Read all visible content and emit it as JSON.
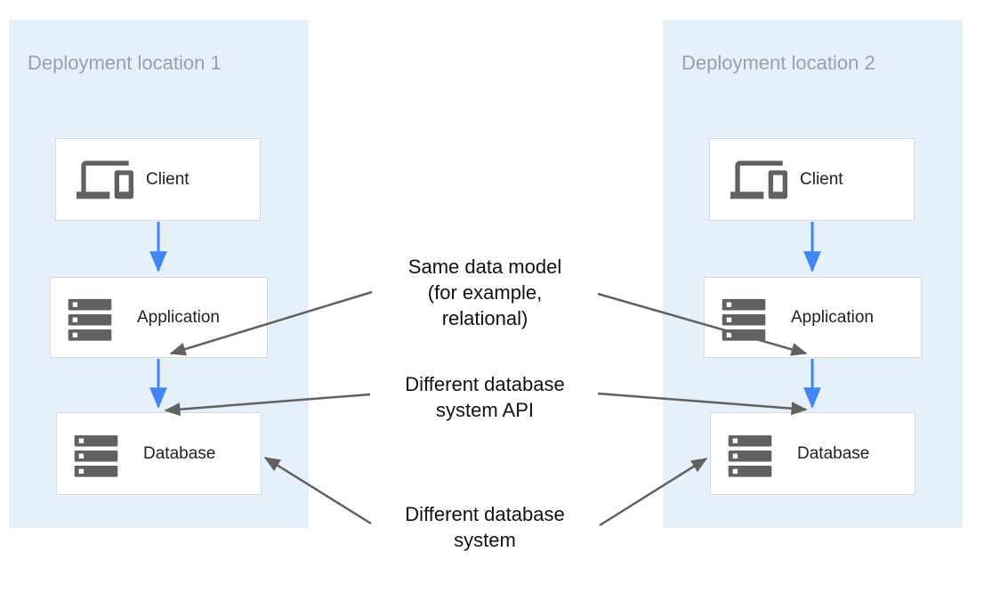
{
  "panels": [
    {
      "title": "Deployment location 1",
      "boxes": [
        {
          "label": "Client",
          "icon": "devices-icon"
        },
        {
          "label": "Application",
          "icon": "server-stack-icon"
        },
        {
          "label": "Database",
          "icon": "server-stack-icon"
        }
      ]
    },
    {
      "title": "Deployment location 2",
      "boxes": [
        {
          "label": "Client",
          "icon": "devices-icon"
        },
        {
          "label": "Application",
          "icon": "server-stack-icon"
        },
        {
          "label": "Database",
          "icon": "server-stack-icon"
        }
      ]
    }
  ],
  "annotations": [
    {
      "text": "Same data model\n(for example,\nrelational)"
    },
    {
      "text": "Different database\nsystem API"
    },
    {
      "text": "Different database\nsystem"
    }
  ],
  "colors": {
    "panel_bg": "#e6f0fb",
    "box_bg": "#ffffff",
    "box_border": "#d6d9dd",
    "panel_title": "#9aa0a6",
    "box_label": "#212121",
    "annotation_text": "#111111",
    "flow_arrow": "#4285f4",
    "annotation_arrow": "#616161",
    "icon": "#616161"
  }
}
